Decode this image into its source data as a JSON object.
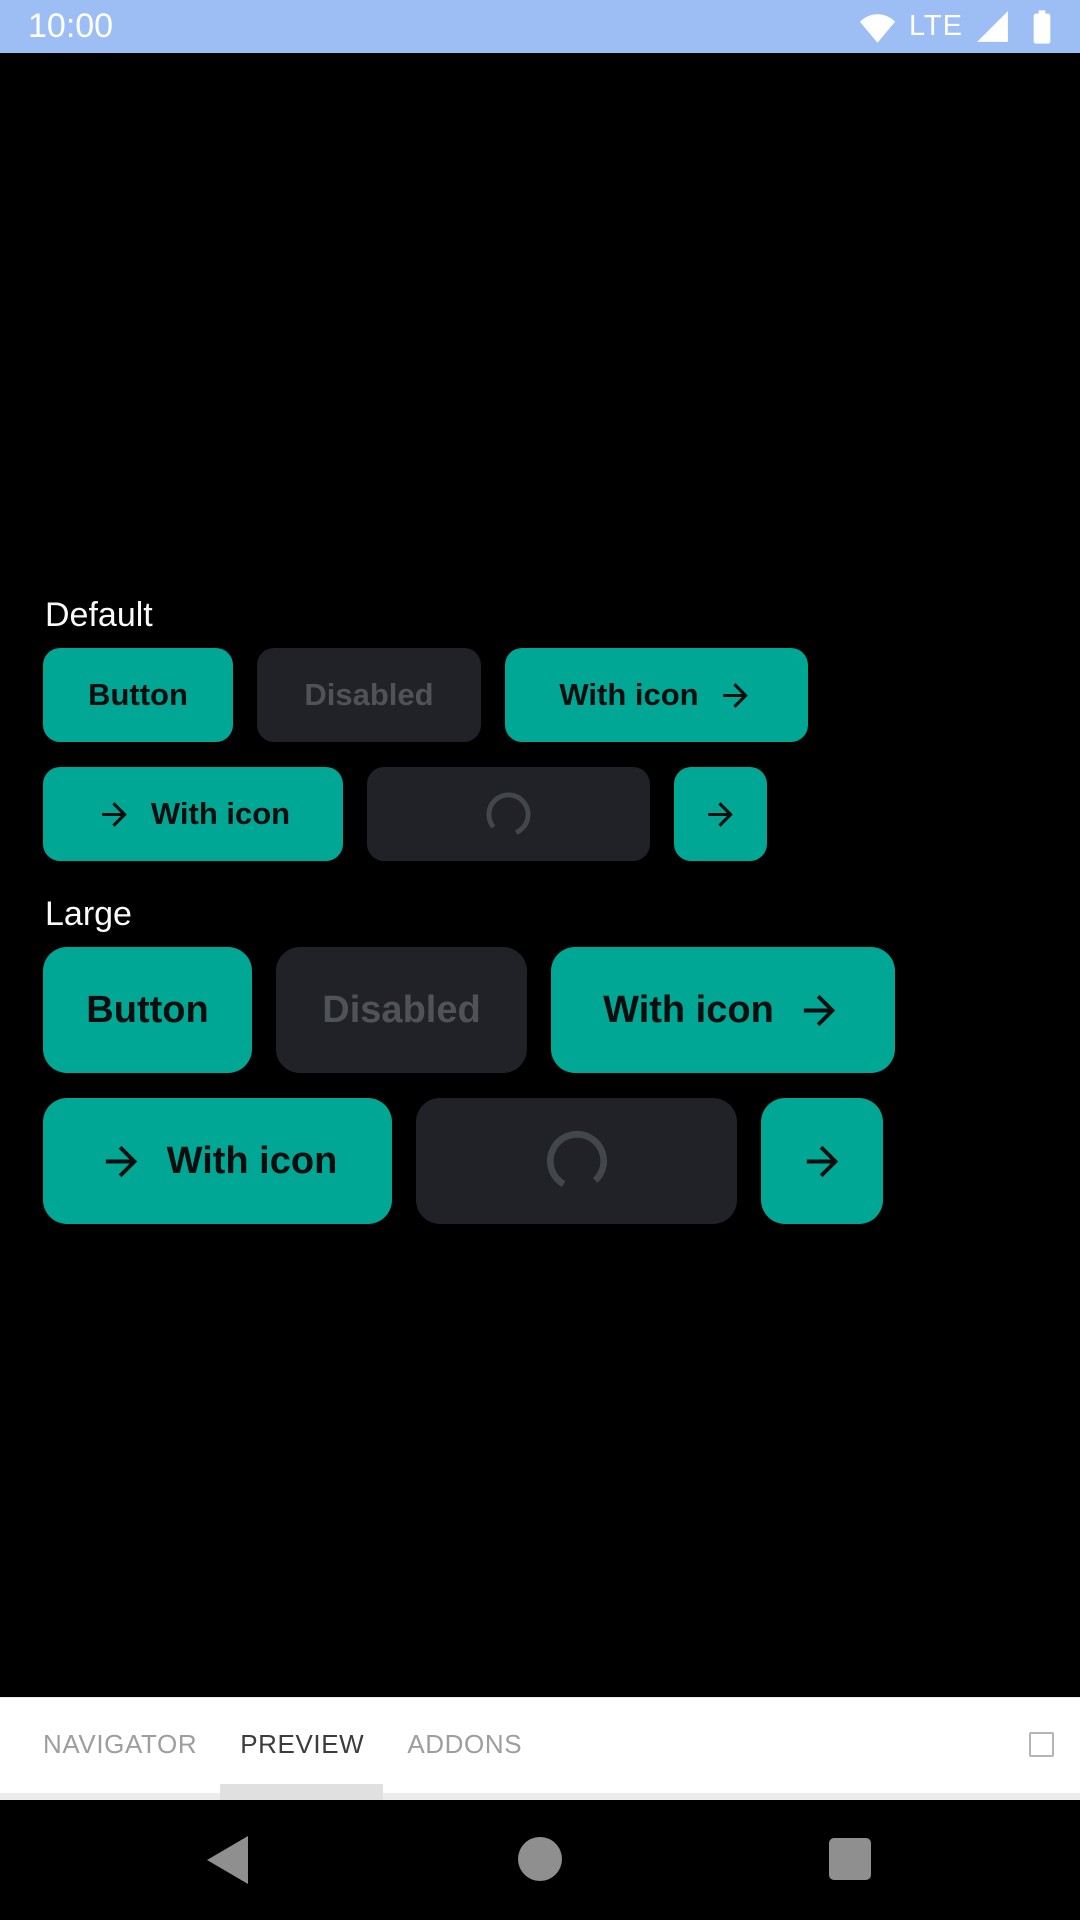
{
  "status_bar": {
    "time": "10:00",
    "network_label": "LTE"
  },
  "sections": [
    {
      "title": "Default",
      "primary_label": "Button",
      "disabled_label": "Disabled",
      "icon_right_label": "With icon",
      "icon_left_label": "With icon"
    },
    {
      "title": "Large",
      "primary_label": "Button",
      "disabled_label": "Disabled",
      "icon_right_label": "With icon",
      "icon_left_label": "With icon"
    }
  ],
  "tab_bar": {
    "tabs": [
      {
        "label": "NAVIGATOR",
        "active": false
      },
      {
        "label": "PREVIEW",
        "active": true
      },
      {
        "label": "ADDONS",
        "active": false
      }
    ],
    "active_tab": "PREVIEW"
  },
  "icons": {
    "arrow_right": "→",
    "loading_spinner": "◌",
    "wifi": "wifi-fan",
    "cell_signal": "triangle",
    "battery": "battery-full",
    "nav_back": "◀",
    "nav_home": "●",
    "nav_recents": "■",
    "panel_toggle": "□"
  },
  "colors": {
    "accent_teal": "#00a795",
    "button_text": "#0d0d0d",
    "disabled_bg": "#202227",
    "disabled_text": "#4f5257",
    "spinner_stroke": "#43464b",
    "screen_bg": "#000000",
    "status_bar_bg": "#9cbef4",
    "tab_bar_bg": "#ffffff",
    "tab_active_text": "#3c3c3c",
    "tab_inactive_text": "#9e9e9e",
    "tab_indicator": "#e0e0e0",
    "nav_icon_gray": "#8f8f8f",
    "section_title_text": "#fafafa"
  }
}
